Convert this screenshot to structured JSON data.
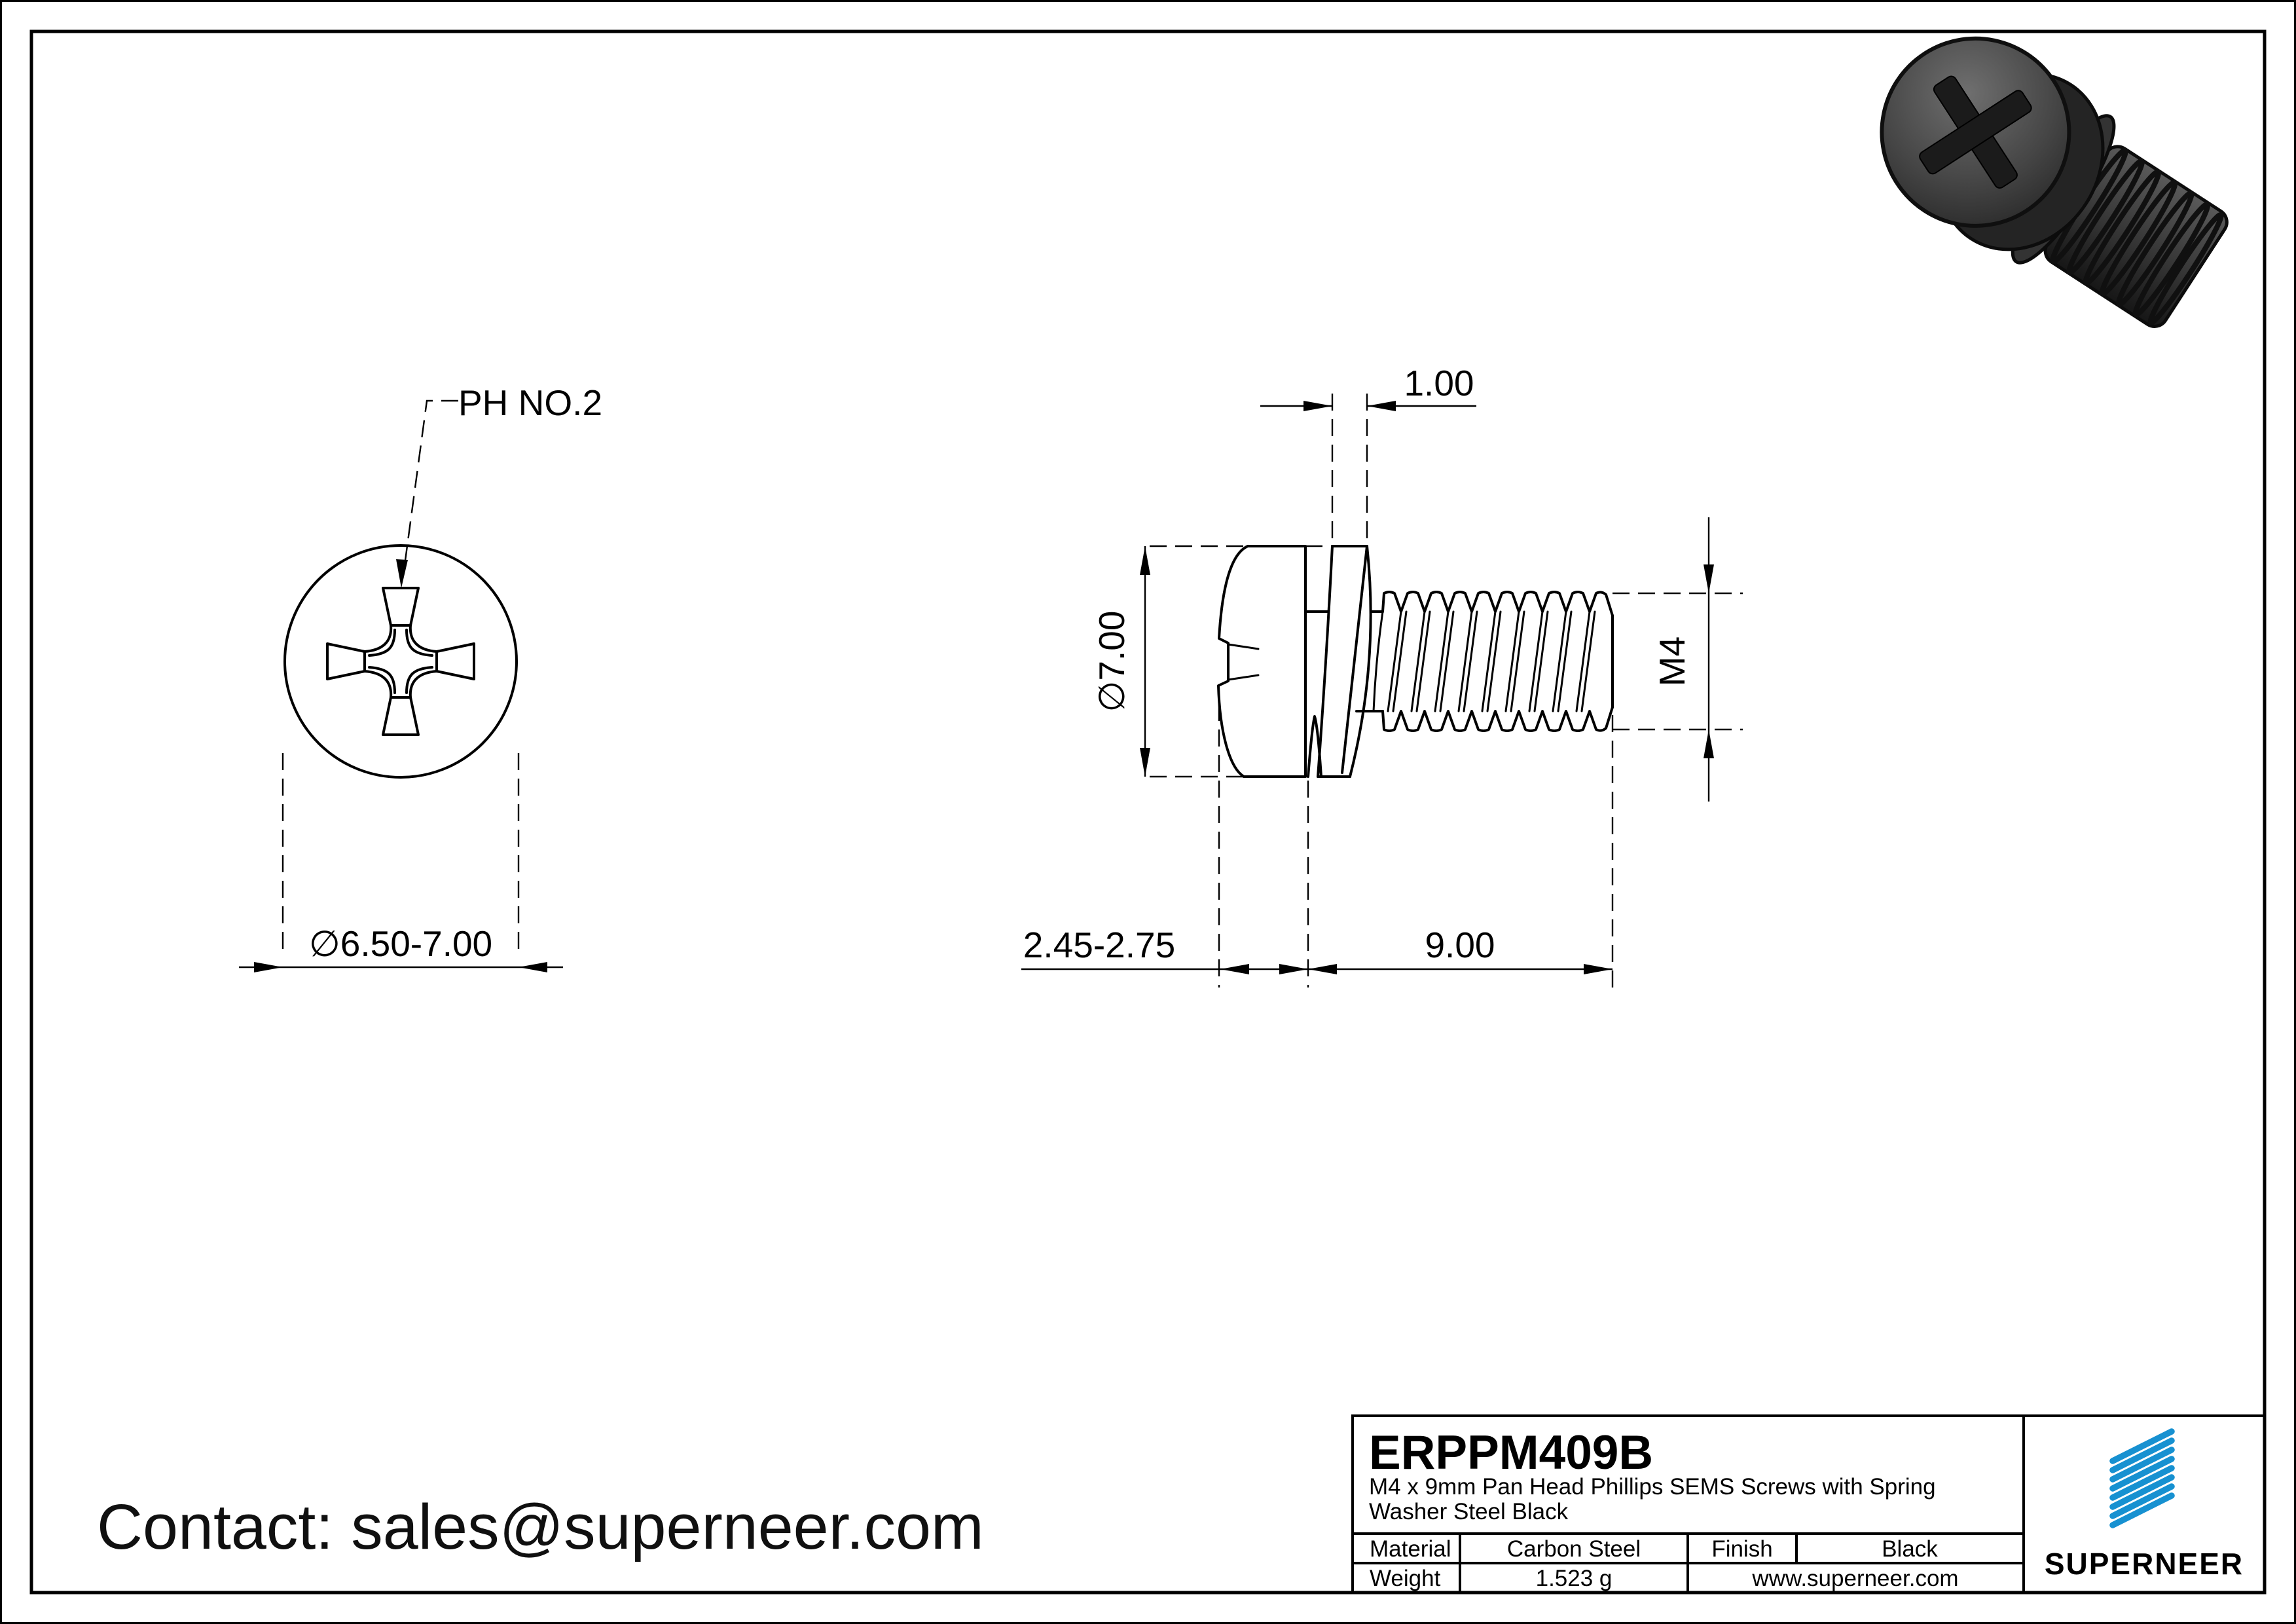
{
  "drawing": {
    "front_view": {
      "leader_label": "PH NO.2",
      "diameter": "∅6.50-7.00"
    },
    "side_view": {
      "washer_thickness": "1.00",
      "head_diameter": "∅7.00",
      "thread_spec": "M4",
      "head_height": "2.45-2.75",
      "thread_length": "9.00"
    }
  },
  "contact": {
    "text": "Contact: sales@superneer.com"
  },
  "title_block": {
    "part_number": "ERPPM409B",
    "description_line1": "M4 x 9mm Pan Head Phillips SEMS Screws with Spring",
    "description_line2": "Washer Steel Black",
    "material_label": "Material",
    "material_value": "Carbon Steel",
    "finish_label": "Finish",
    "finish_value": "Black",
    "weight_label": "Weight",
    "weight_value": "1.523 g",
    "website": "www.superneer.com",
    "brand_name": "SUPERNEER"
  },
  "colors": {
    "brand_blue": "#1791d1",
    "link_blue": "#2196e0"
  }
}
